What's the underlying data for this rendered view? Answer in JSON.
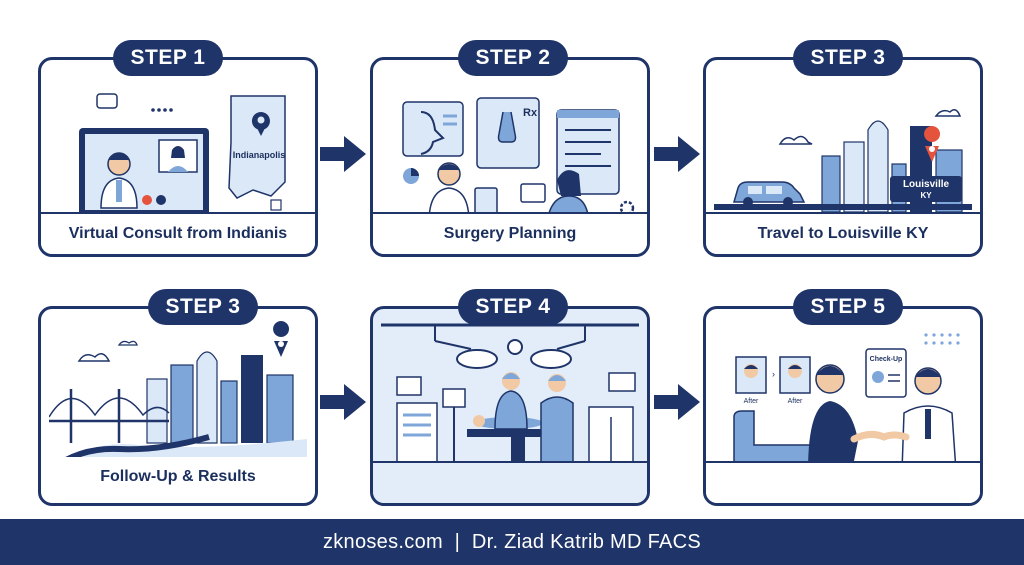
{
  "steps": [
    {
      "badge": "STEP 1",
      "caption": "Virtual Consult from Indianis",
      "map_label": "Indianapolis"
    },
    {
      "badge": "STEP 2",
      "caption": "Surgery Planning",
      "rx_label": "Rx"
    },
    {
      "badge": "STEP 3",
      "caption": "Travel to Louisville KY",
      "sign_line1": "Louisville",
      "sign_line2": "KY"
    },
    {
      "badge": "STEP 3",
      "caption": "Follow-Up & Results"
    },
    {
      "badge": "STEP 4",
      "caption": ""
    },
    {
      "badge": "STEP 5",
      "caption": "",
      "checkup_label": "Check-Up",
      "before_label": "After",
      "after_label": "After"
    }
  ],
  "footer": {
    "text": "zknoses.com  |  Dr. Ziad Katrib MD FACS"
  },
  "colors": {
    "navy": "#1f3468",
    "light_blue": "#dbe8f7",
    "mid_blue": "#7ea6d8",
    "accent_red": "#e5533d"
  }
}
